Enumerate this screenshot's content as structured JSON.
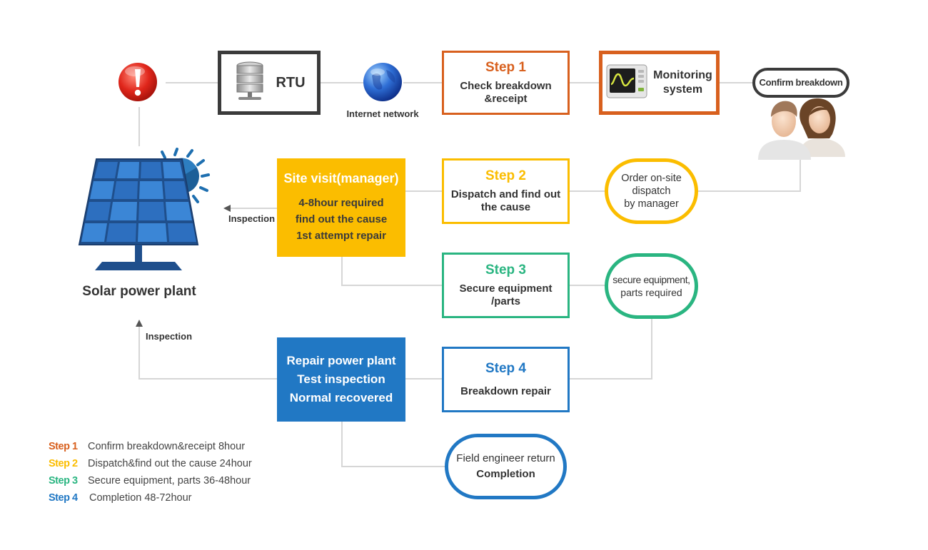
{
  "colors": {
    "orange": "#d8601e",
    "yellow": "#fbbd00",
    "green": "#2ab581",
    "blue": "#2178c4",
    "dark": "#3b3b3b",
    "line": "#d6d6d6"
  },
  "icons": {
    "alert": "alert-icon",
    "rtu": "server-icon",
    "network": "globe-icon",
    "monitor": "monitor-icon",
    "users": "users-icon",
    "solar": "solar-panel-icon"
  },
  "rtu": {
    "label": "RTU"
  },
  "network": {
    "label": "Internet network"
  },
  "step1": {
    "title": "Step 1",
    "text_line1": "Check breakdown",
    "text_line2": "&receipt"
  },
  "monitoring": {
    "line1": "Monitoring",
    "line2": "system"
  },
  "confirm": {
    "label": "Confirm breakdown"
  },
  "site_visit": {
    "title": "Site visit(manager)",
    "line1": "4-8hour required",
    "line2": "find out the cause",
    "line3": "1st attempt repair"
  },
  "step2": {
    "title": "Step 2",
    "text_line1": "Dispatch and find out",
    "text_line2": "the cause"
  },
  "order": {
    "line1": "Order on-site",
    "line2": "dispatch",
    "line3": "by manager"
  },
  "step3": {
    "title": "Step 3",
    "text_line1": "Secure equipment",
    "text_line2": "/parts"
  },
  "secure": {
    "line1": "secure equipment,",
    "line2": "parts required"
  },
  "repair": {
    "line1": "Repair power plant",
    "line2": "Test inspection",
    "line3": "Normal recovered"
  },
  "step4": {
    "title": "Step 4",
    "text_line1": "Breakdown repair"
  },
  "field": {
    "line1": "Field engineer return",
    "line2": "Completion"
  },
  "solar": {
    "label": "Solar power plant"
  },
  "inspection_top": "Inspection",
  "inspection_bottom": "Inspection",
  "legend": [
    {
      "key": "Step 1",
      "text": "Confirm breakdown&receipt 8hour"
    },
    {
      "key": "Step 2",
      "text": "Dispatch&find out the cause 24hour"
    },
    {
      "key": "Step 3",
      "text": "Secure equipment, parts 36-48hour"
    },
    {
      "key": "Step 4",
      "text": "Completion 48-72hour"
    }
  ]
}
